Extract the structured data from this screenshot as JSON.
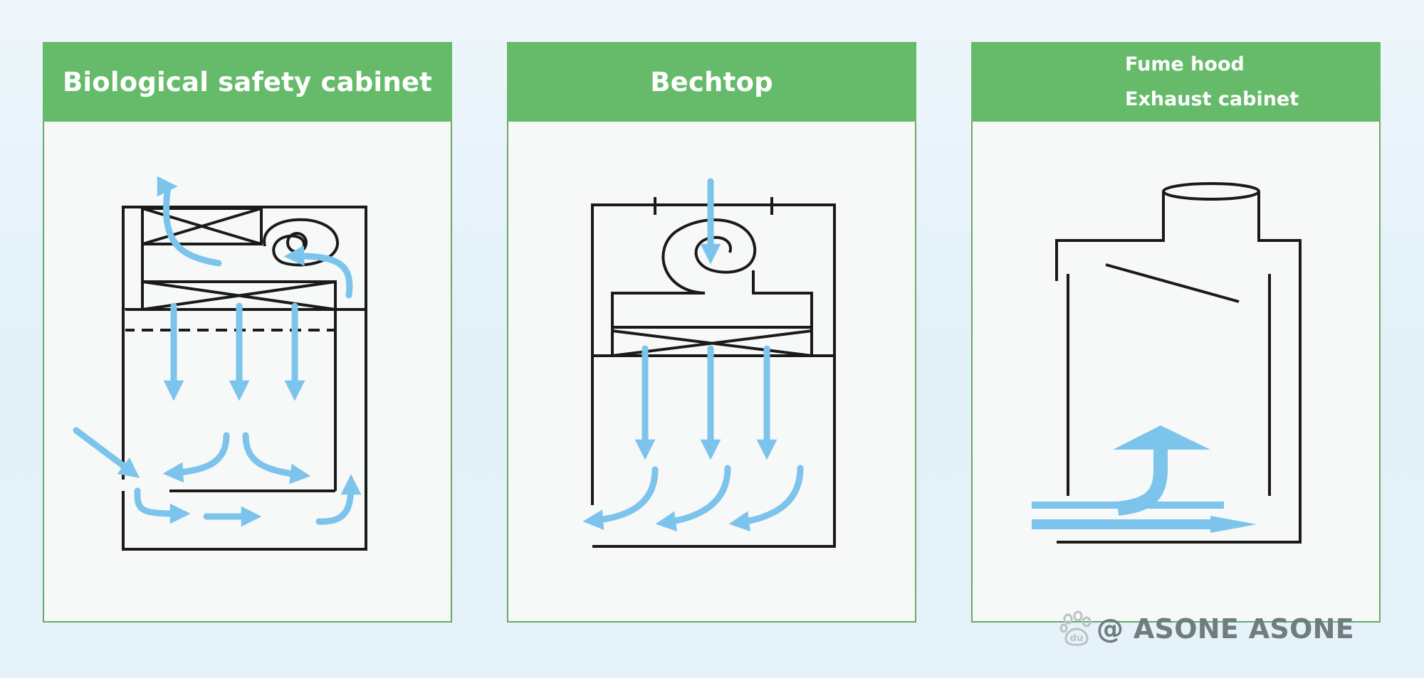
{
  "colors": {
    "header_green": "#66bb6a",
    "panel_border": "#6aa86b",
    "panel_bg": "#f7f8f8",
    "line": "#1a1a1a",
    "airflow_blue": "#7cc4ec"
  },
  "panels": [
    {
      "title": "Biological safety cabinet"
    },
    {
      "title": "Bechtop"
    },
    {
      "title_lines": [
        "Fume hood",
        "Exhaust cabinet"
      ]
    }
  ],
  "watermark": {
    "icon": "baidu-paw-icon",
    "paw_text": "du",
    "text": "@ ASONE ASONE"
  }
}
